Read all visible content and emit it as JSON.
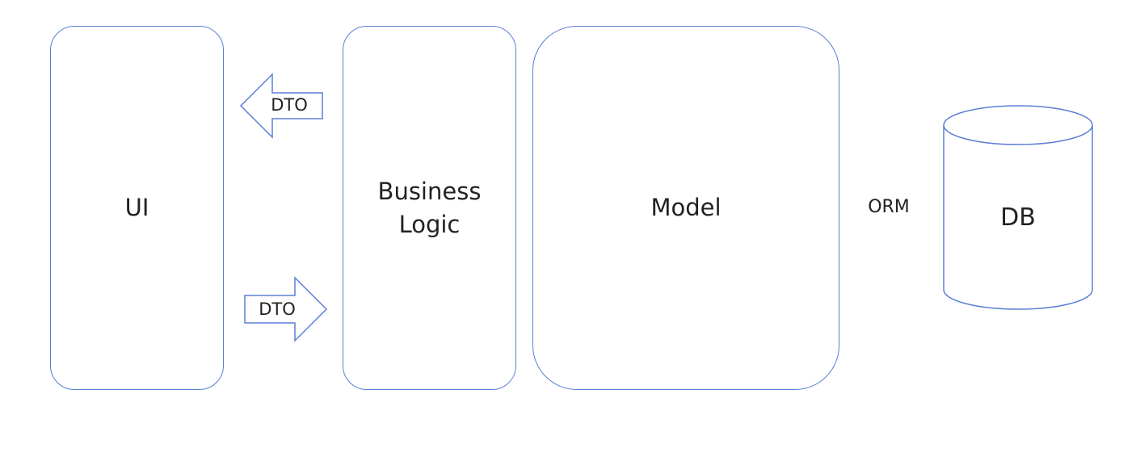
{
  "layers": {
    "ui": "UI",
    "business_logic": "Business\nLogic",
    "model": "Model",
    "database": "DB"
  },
  "connectors": {
    "dto_to_ui": "DTO",
    "dto_to_business_logic": "DTO",
    "orm": "ORM"
  },
  "colors": {
    "stroke": "#5b7fd6",
    "text": "#222222",
    "background": "#ffffff"
  }
}
